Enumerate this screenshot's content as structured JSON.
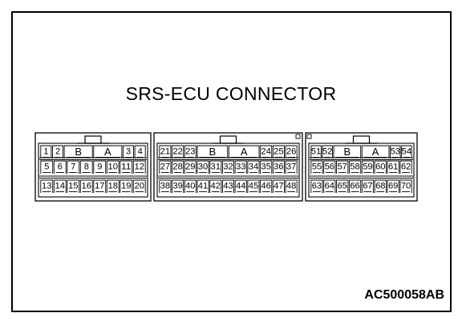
{
  "title": "SRS-ECU CONNECTOR",
  "drawing_code": "AC500058AB",
  "colors": {
    "line": "#000000",
    "background": "#ffffff"
  },
  "connectors": [
    {
      "rows": [
        [
          "1",
          "2",
          "B",
          "A",
          "3",
          "4"
        ],
        [
          "5",
          "6",
          "7",
          "8",
          "9",
          "10",
          "11",
          "12"
        ],
        [
          "13",
          "14",
          "15",
          "16",
          "17",
          "18",
          "19",
          "20"
        ]
      ]
    },
    {
      "rows": [
        [
          "21",
          "22",
          "23",
          "B",
          "A",
          "24",
          "25",
          "26"
        ],
        [
          "27",
          "28",
          "29",
          "30",
          "31",
          "32",
          "33",
          "34",
          "35",
          "36",
          "37"
        ],
        [
          "38",
          "39",
          "40",
          "41",
          "42",
          "43",
          "44",
          "45",
          "46",
          "47",
          "48"
        ]
      ]
    },
    {
      "rows": [
        [
          "51",
          "52",
          "B",
          "A",
          "53",
          "54"
        ],
        [
          "55",
          "56",
          "57",
          "58",
          "59",
          "60",
          "61",
          "62"
        ],
        [
          "63",
          "64",
          "65",
          "66",
          "67",
          "68",
          "69",
          "70"
        ]
      ]
    }
  ]
}
